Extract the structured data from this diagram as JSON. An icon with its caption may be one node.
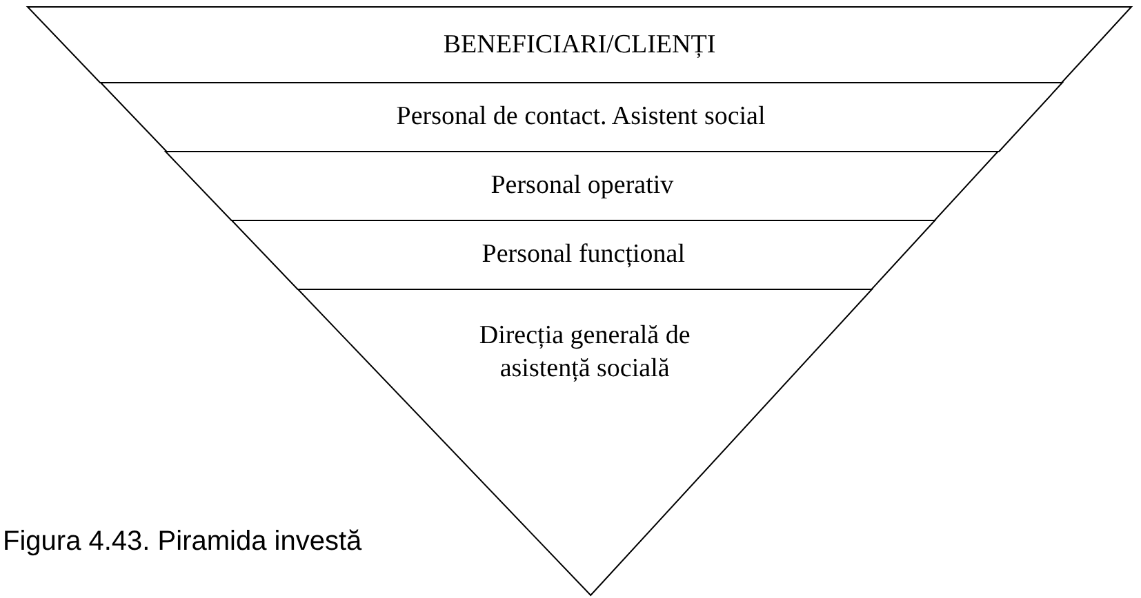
{
  "diagram": {
    "caption": "Figura 4.43. Piramida investă",
    "nodes": [
      {
        "text": [
          "BENEFICIARI/CLIENȚI"
        ]
      },
      {
        "text": [
          "Personal de contact. Asistent social"
        ]
      },
      {
        "text": [
          "Personal operativ"
        ]
      },
      {
        "text": [
          "Personal funcțional"
        ]
      },
      {
        "text": [
          "Direcția generală de asistență socială"
        ]
      }
    ]
  }
}
